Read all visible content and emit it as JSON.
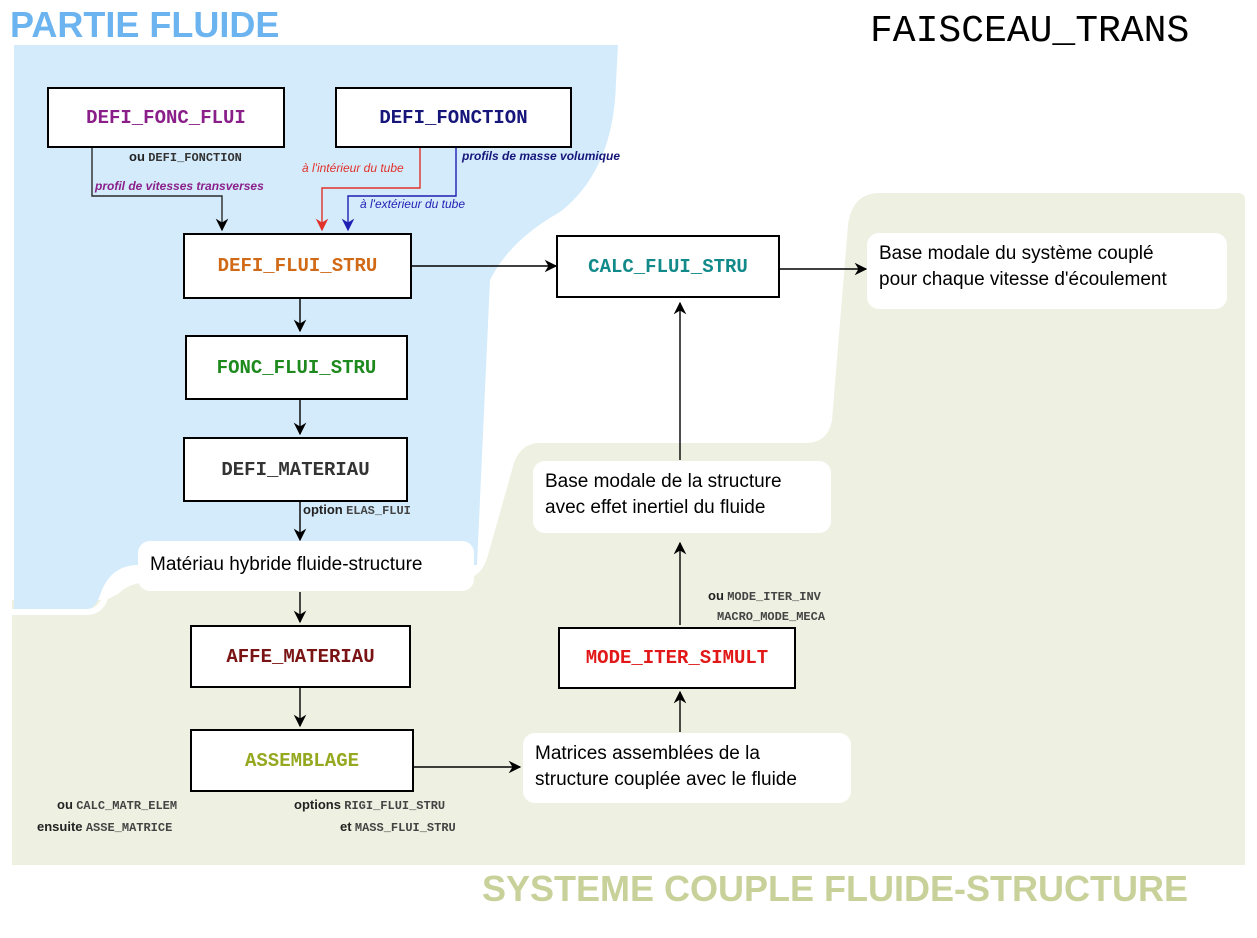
{
  "titles": {
    "fluid_part": "PARTIE FLUIDE",
    "coupled_system": "SYSTEME COUPLE FLUIDE-STRUCTURE",
    "case_name": "FAISCEAU_TRANS"
  },
  "colors": {
    "fluid_region": "#d4ebfb",
    "coupled_region": "#eef1e2",
    "fluid_title": "#6cb4ef",
    "coupled_title": "#c7d199"
  },
  "commands": {
    "defi_fonc_flui": "DEFI_FONC_FLUI",
    "defi_fonction": "DEFI_FONCTION",
    "defi_flui_stru": "DEFI_FLUI_STRU",
    "fonc_flui_stru": "FONC_FLUI_STRU",
    "defi_materiau": "DEFI_MATERIAU",
    "affe_materiau": "AFFE_MATERIAU",
    "assemblage": "ASSEMBLAGE",
    "calc_flui_stru": "CALC_FLUI_STRU",
    "mode_iter_simult": "MODE_ITER_SIMULT"
  },
  "results": {
    "hybrid_material": "Matériau hybride fluide-structure",
    "assembled_line1": "Matrices assemblées de la",
    "assembled_line2": "structure couplée avec le fluide",
    "modal_structure_line1": "Base modale de la structure",
    "modal_structure_line2": "avec effet inertiel du fluide",
    "modal_coupled_line1": "Base modale du système couplé",
    "modal_coupled_line2": "pour chaque vitesse d'écoulement"
  },
  "annotations": {
    "ou_defi_fonction_word": "ou",
    "ou_defi_fonction_cmd": "DEFI_FONCTION",
    "profil_vitesses": "profil de vitesses transverses",
    "interieur_tube": "à l'intérieur du tube",
    "profils_masse": "profils de masse volumique",
    "exterieur_tube": "à l'extérieur du tube",
    "option_word": "option",
    "option_cmd": "ELAS_FLUI",
    "ou_calc_word": "ou",
    "ou_calc_cmd": "CALC_MATR_ELEM",
    "ensuite_word": "ensuite",
    "ensuite_cmd": "ASSE_MATRICE",
    "options_word": "options",
    "options_cmd": "RIGI_FLUI_STRU",
    "et_word": "et",
    "et_cmd": "MASS_FLUI_STRU",
    "ou_mode_word": "ou",
    "ou_mode_cmd": "MODE_ITER_INV",
    "macro_mode_cmd": "MACRO_MODE_MECA"
  }
}
